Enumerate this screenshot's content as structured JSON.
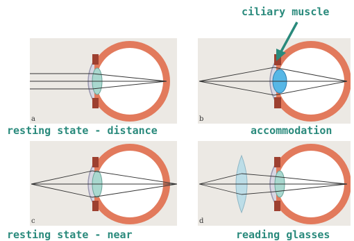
{
  "captions": {
    "ciliary_muscle": "ciliary muscle",
    "panel_a": "resting state - distance",
    "panel_b": "accommodation",
    "panel_c": "resting state - near",
    "panel_d": "reading glasses"
  },
  "panel_letters": {
    "a": "a",
    "b": "b",
    "c": "c",
    "d": "d"
  },
  "colors": {
    "panel_bg": "#ece9e4",
    "sclera": "#e27a5c",
    "lens": "#a9d8cf",
    "lens_accommodated": "#57b7e6",
    "cornea": "#c9c8d8",
    "arrow": "#2a8a7c",
    "caption_text": "#2a8a7c"
  }
}
